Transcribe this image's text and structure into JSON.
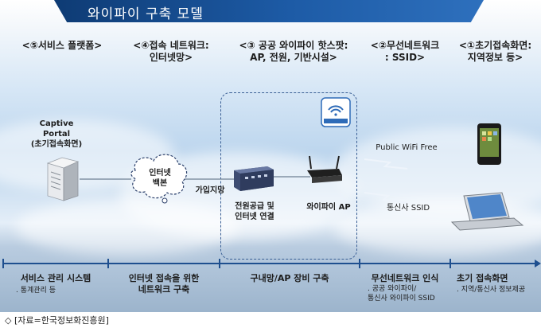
{
  "title": "와이파이 구축 모델",
  "columns": [
    {
      "label": "<⑤서비스 플랫폼>"
    },
    {
      "label": "<④접속 네트워크:\n인터넷망>"
    },
    {
      "label": "<③ 공공 와이파이 핫스팟:\nAP, 전원, 기반시설>"
    },
    {
      "label": "<②무선네트워크\n: SSID>"
    },
    {
      "label": "<①초기접속화면:\n지역정보 등>"
    }
  ],
  "nodes": {
    "captive_portal": "Captive\nPortal\n(초기접속화면)",
    "internet_backbone": "인터넷\n백본",
    "subscriber": "가입지망",
    "power_internet": "전원공급 및\n인터넷 연결",
    "wifi_ap": "와이파이 AP",
    "public_wifi_free": "Public WiFi Free",
    "carrier_ssid": "통신사 SSID",
    "public_wifi_logo": "PUBLIC WIFI"
  },
  "bottom": [
    {
      "title": "서비스 관리 시스템",
      "sub": ". 통계관리 등"
    },
    {
      "title": "인터넷 접속을 위한\n네트워크 구축",
      "sub": ""
    },
    {
      "title": "구내망/AP 장비 구축",
      "sub": ""
    },
    {
      "title": "무선네트워크 인식",
      "sub": ". 공공 와이파이/\n통신사 와이파이 SSID"
    },
    {
      "title": "초기 접속화면",
      "sub": ". 지역/통신사 정보제공"
    }
  ],
  "source": "◇ [자료=한국정보화진흥원]",
  "colors": {
    "title_band": "#1d5ba6",
    "dash_box": "#3a5f95",
    "bottom_arrow": "#1e4f8f"
  }
}
